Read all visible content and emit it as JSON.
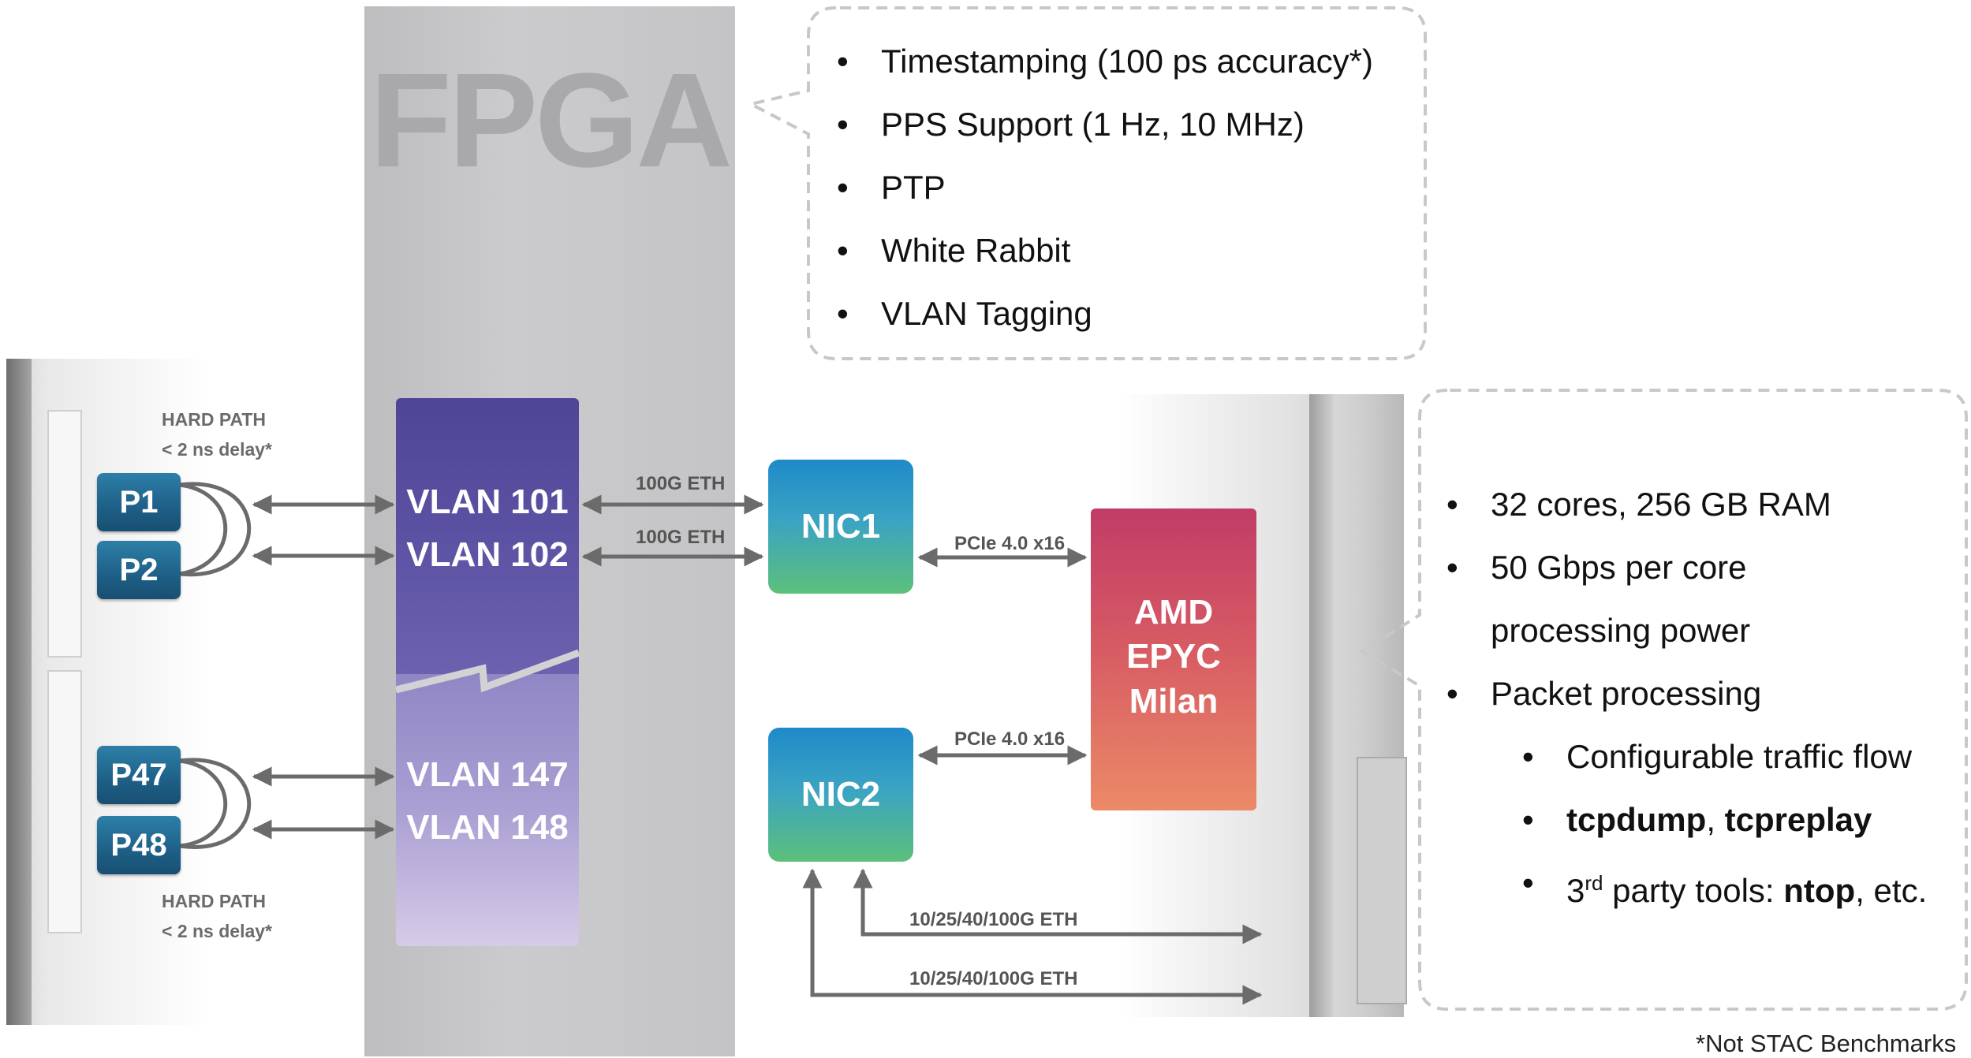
{
  "fpga": {
    "title": "FPGA"
  },
  "hard_path_top": {
    "line1": "HARD PATH",
    "line2": "< 2 ns delay*"
  },
  "hard_path_bottom": {
    "line1": "HARD PATH",
    "line2": "< 2 ns delay*"
  },
  "ports": [
    "P1",
    "P2",
    "P47",
    "P48"
  ],
  "vlans": [
    "VLAN 101",
    "VLAN 102",
    "VLAN 147",
    "VLAN 148"
  ],
  "links": {
    "eth1": "100G ETH",
    "eth2": "100G ETH",
    "pcie1": "PCIe 4.0 x16",
    "pcie2": "PCIe 4.0 x16",
    "ext1": "10/25/40/100G ETH",
    "ext2": "10/25/40/100G ETH"
  },
  "nics": [
    "NIC1",
    "NIC2"
  ],
  "cpu": {
    "line1": "AMD",
    "line2": "EPYC",
    "line3": "Milan"
  },
  "fpga_features": [
    "Timestamping (100 ps accuracy*)",
    "PPS Support (1 Hz, 10 MHz)",
    "PTP",
    "White Rabbit",
    "VLAN Tagging"
  ],
  "server_features": {
    "item1": "32 cores, 256 GB RAM",
    "item2_line1": "50 Gbps per core",
    "item2_line2": "processing power",
    "item3": "Packet processing",
    "sub1": "Configurable traffic flow",
    "sub2_a": "tcpdump",
    "sub2_sep": ", ",
    "sub2_b": "tcpreplay",
    "sub3_pre": "3",
    "sub3_sup": "rd",
    "sub3_mid": " party tools: ",
    "sub3_bold": "ntop",
    "sub3_post": ", etc."
  },
  "footnote": "*Not STAC Benchmarks",
  "colors": {
    "vlan_top": "#4f4596",
    "vlan_bottom": "#d6cbe7",
    "port": "#1e5f86",
    "nic_top": "#1e8ac8",
    "nic_bottom": "#5cc07a",
    "amd_top": "#c13c67",
    "amd_bottom": "#ec8a67",
    "arrow": "#6b6b6b",
    "callout_border": "#c8c8c8"
  }
}
